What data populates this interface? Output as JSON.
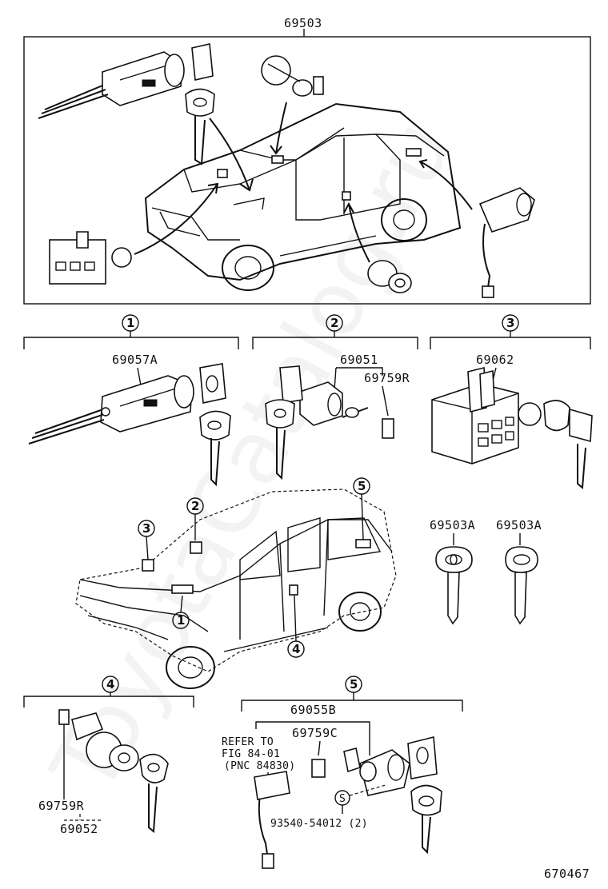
{
  "watermark": "ToyotaCatalog.ru",
  "overview": {
    "part_label": "69503"
  },
  "section1": {
    "number": "1",
    "part_label": "69057A"
  },
  "section2": {
    "number": "2",
    "part_label_a": "69051",
    "part_label_b": "69759R"
  },
  "section3": {
    "number": "3",
    "part_label": "69062"
  },
  "vehicle_callouts": [
    "1",
    "2",
    "3",
    "4",
    "5"
  ],
  "keys": {
    "key_a_label": "69503A",
    "key_b_label": "69503A"
  },
  "section4": {
    "number": "4",
    "part_label_a": "69759R",
    "part_label_b": "69052"
  },
  "section5": {
    "number": "5",
    "part_label_a": "69055B",
    "part_label_b": "69759C",
    "refer_line1": "REFER TO",
    "refer_line2": "FIG 84-01",
    "refer_line3": "(PNC 84830)",
    "screw_symbol": "S",
    "screw_label": "93540-54012 (2)"
  },
  "illustration_number": "670467"
}
